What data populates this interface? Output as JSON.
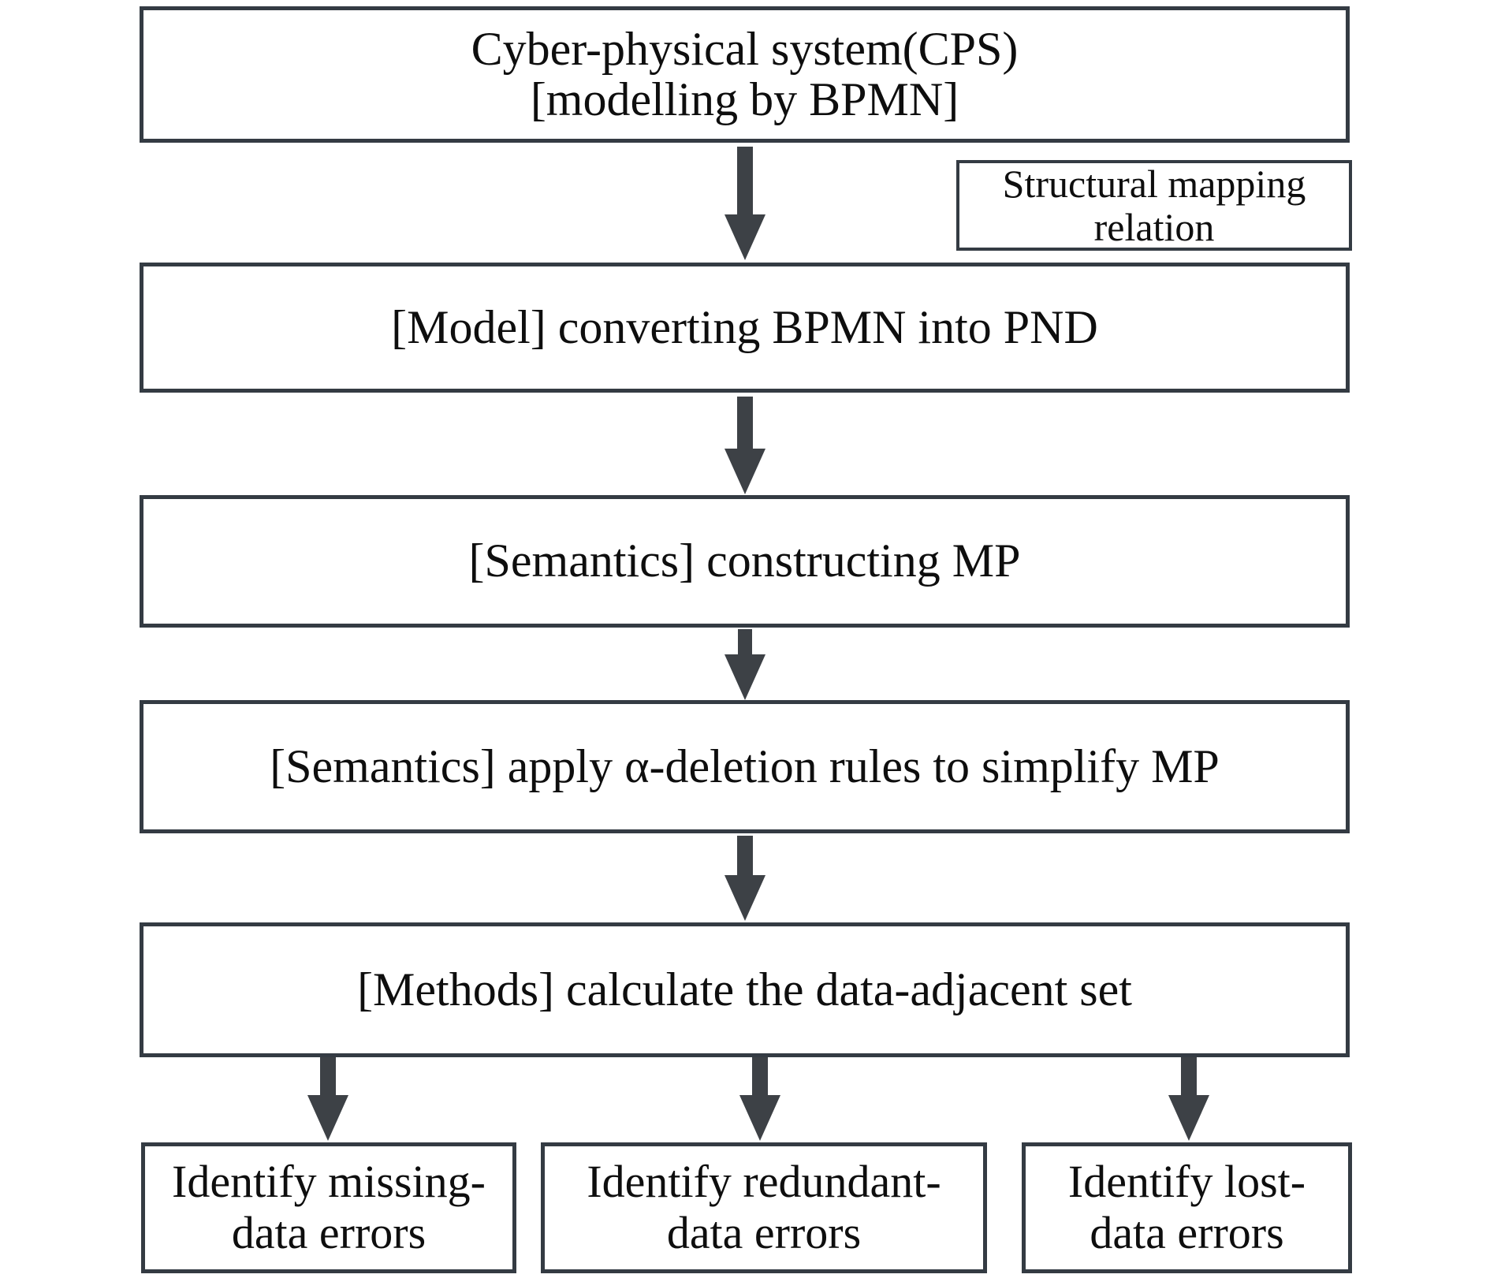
{
  "colors": {
    "border": "#343b43",
    "arrow": "#3d4146",
    "text": "#0e0e0e",
    "background": "#ffffff"
  },
  "nodes": {
    "cps": {
      "line1": "Cyber-physical system(CPS)",
      "line2": "[modelling by BPMN]"
    },
    "structural": {
      "line1": "Structural mapping",
      "line2": "relation"
    },
    "model": {
      "label": "[Model] converting BPMN into PND"
    },
    "semantics_mp": {
      "label": "[Semantics] constructing MP"
    },
    "semantics_alpha": {
      "label": "[Semantics] apply α-deletion rules to simplify MP"
    },
    "methods": {
      "label": "[Methods] calculate the data-adjacent set"
    },
    "missing": {
      "line1": "Identify missing-",
      "line2": "data errors"
    },
    "redundant": {
      "line1": "Identify redundant-",
      "line2": "data errors"
    },
    "lost": {
      "line1": "Identify lost-",
      "line2": "data errors"
    }
  },
  "edges": [
    {
      "from": "cps",
      "to": "model"
    },
    {
      "from": "model",
      "to": "semantics_mp"
    },
    {
      "from": "semantics_mp",
      "to": "semantics_alpha"
    },
    {
      "from": "semantics_alpha",
      "to": "methods"
    },
    {
      "from": "methods",
      "to": "missing"
    },
    {
      "from": "methods",
      "to": "redundant"
    },
    {
      "from": "methods",
      "to": "lost"
    }
  ]
}
